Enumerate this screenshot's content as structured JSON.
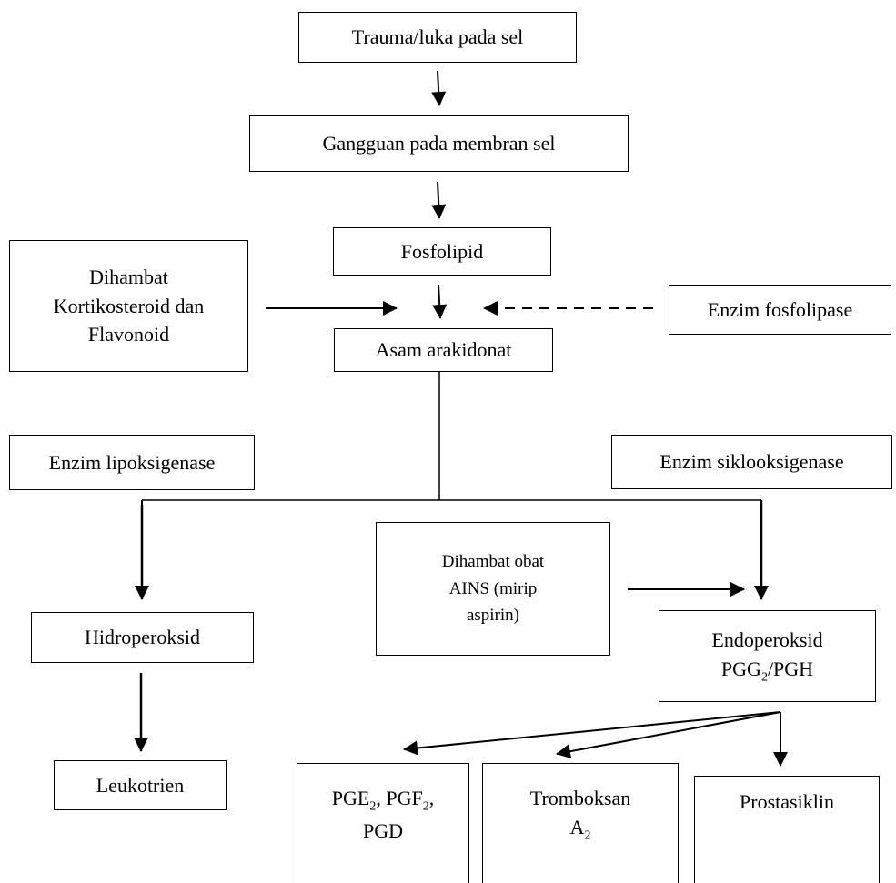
{
  "nodes": {
    "trauma": "Trauma/luka pada sel",
    "gangguan": "Gangguan pada membran sel",
    "fosfolipid": "Fosfolipid",
    "dihambat_kortiko": [
      "Dihambat",
      "Kortikosteroid dan",
      "Flavonoid"
    ],
    "enzim_fosfolipase": "Enzim fosfolipase",
    "asam_arakidonat": "Asam arakidonat",
    "enzim_lipoksigenase": "Enzim lipoksigenase",
    "enzim_siklooksigenase": "Enzim siklooksigenase",
    "dihambat_ains": [
      "Dihambat obat",
      "AINS (mirip",
      "aspirin)"
    ],
    "hidroperoksid": "Hidroperoksid",
    "endoperoksid_line1": "Endoperoksid",
    "endoperoksid_line2_pre": "PGG",
    "endoperoksid_line2_sub": "2",
    "endoperoksid_line2_post": "/PGH",
    "leukotrien": "Leukotrien",
    "pge_line1_a": "PGE",
    "pge_line1_a_sub": "2",
    "pge_line1_b": ", PGF",
    "pge_line1_b_sub": "2",
    "pge_line1_c": ",",
    "pge_line2": "PGD",
    "tromboksan_line1": "Tromboksan",
    "tromboksan_line2": "A",
    "tromboksan_line2_sub": "2",
    "prostasiklin": "Prostasiklin"
  },
  "colors": {
    "stroke": "#000000",
    "background": "#ffffff"
  }
}
